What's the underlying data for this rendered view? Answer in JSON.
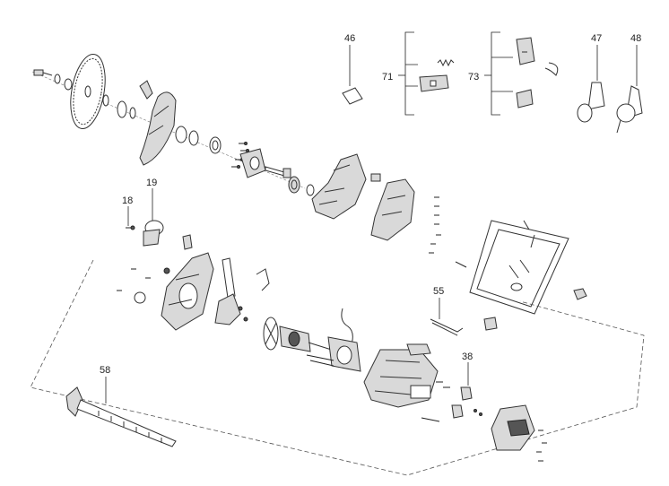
{
  "callouts": {
    "c46": "46",
    "c71": "71",
    "c73": "73",
    "c47": "47",
    "c48": "48",
    "c18": "18",
    "c19": "19",
    "c55": "55",
    "c38": "38",
    "c58": "58"
  }
}
